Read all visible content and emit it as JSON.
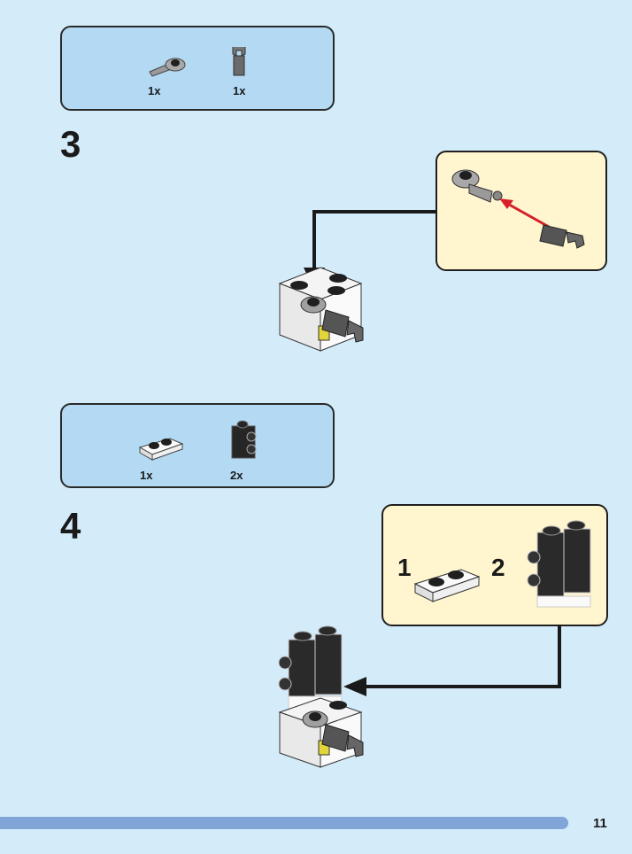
{
  "page": {
    "number": "11",
    "background": "#d4ecfa",
    "footer_bar_color": "#80a5d6"
  },
  "steps": [
    {
      "number": "3",
      "parts": [
        {
          "name": "ball-joint-arm-light-gray",
          "qty": "1x"
        },
        {
          "name": "clip-bar-dark-gray",
          "qty": "1x"
        }
      ],
      "callout": {
        "description": "Attach clip bar into ball joint arm",
        "arrow_color": "#d6202a"
      }
    },
    {
      "number": "4",
      "parts": [
        {
          "name": "plate-1x2-white",
          "qty": "1x"
        },
        {
          "name": "brick-1x1-studs-side-black",
          "qty": "2x"
        }
      ],
      "callout": {
        "substeps": [
          {
            "label": "1",
            "part": "plate-1x2-white"
          },
          {
            "label": "2",
            "part": "brick-1x1-studs-side-black x2"
          }
        ]
      }
    }
  ]
}
